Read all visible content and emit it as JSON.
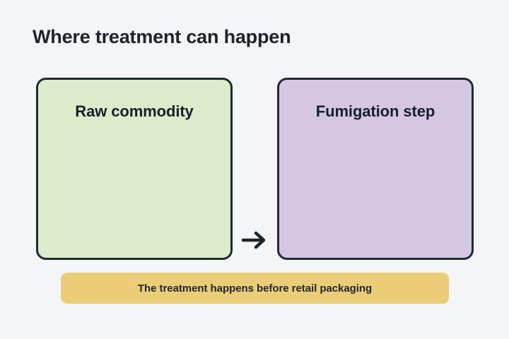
{
  "page": {
    "title": "Where treatment can happen",
    "background_color": "#f4f5f7",
    "text_color": "#1b242c"
  },
  "flow": {
    "arrow_icon": "arrow-right-icon",
    "arrow_color": "#1b242c",
    "nodes": [
      {
        "id": "raw-commodity",
        "label": "Raw commodity",
        "fill_color": "#dcebc9",
        "border_color": "#1e2b33"
      },
      {
        "id": "fumigation-step",
        "label": "Fumigation step",
        "fill_color": "#d5c6e3",
        "border_color": "#1e2b33"
      }
    ]
  },
  "note": {
    "text": "The treatment happens before retail packaging",
    "fill_color": "#ebcd78",
    "text_color": "#21262b"
  }
}
